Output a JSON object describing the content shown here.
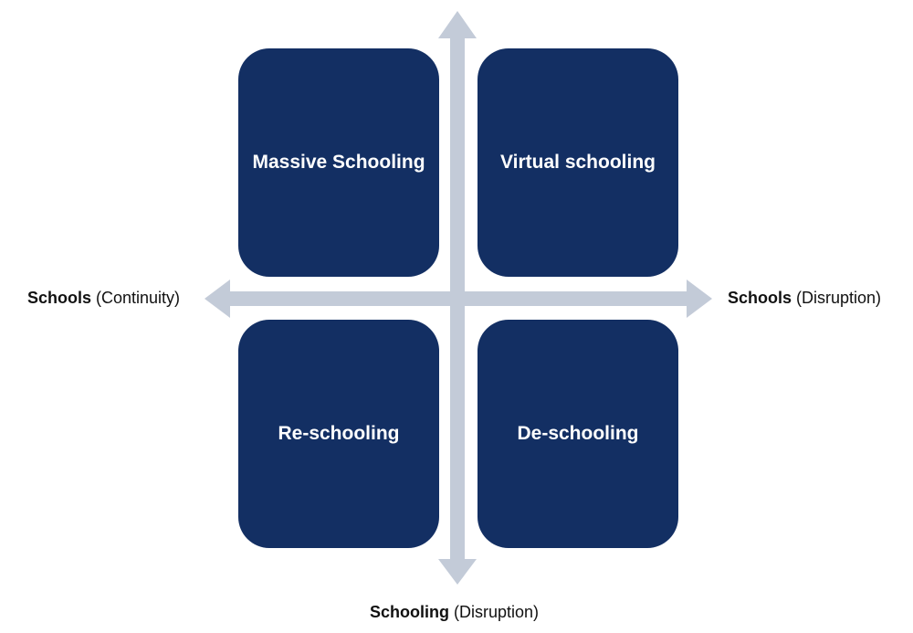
{
  "quadrants": {
    "top_left": "Massive Schooling",
    "top_right": "Virtual schooling",
    "bottom_left": "Re-schooling",
    "bottom_right": "De-schooling"
  },
  "axes": {
    "left": {
      "bold": "Schools",
      "rest": " (Continuity)"
    },
    "right": {
      "bold": "Schools",
      "rest": " (Disruption)"
    },
    "bottom": {
      "bold": "Schooling",
      "rest": " (Disruption)"
    }
  },
  "colors": {
    "box_fill": "#132f63",
    "arrow_fill": "#c3cbd8",
    "text": "#111111"
  }
}
